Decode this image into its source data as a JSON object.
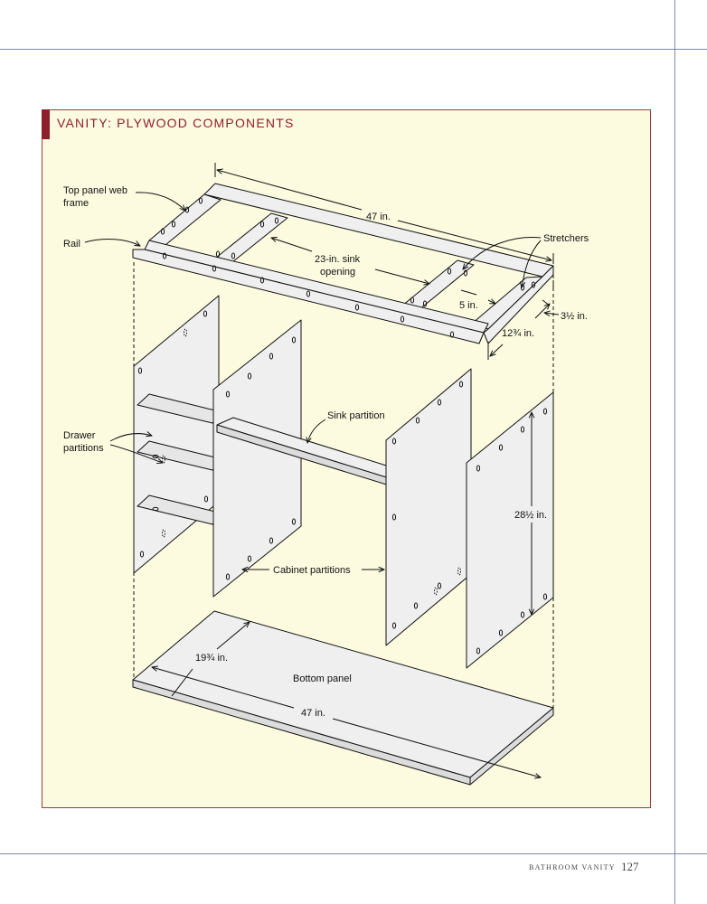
{
  "figure": {
    "title": "VANITY: PLYWOOD COMPONENTS",
    "labels": {
      "top_panel": "Top panel web",
      "top_panel_2": "frame",
      "rail": "Rail",
      "stretchers": "Stretchers",
      "drawer_partitions": "Drawer",
      "drawer_partitions_2": "partitions",
      "sink_partition": "Sink partition",
      "cabinet_partitions": "Cabinet partitions",
      "bottom_panel": "Bottom panel"
    },
    "dimensions": {
      "top_length": "47 in.",
      "sink_opening": "23-in. sink",
      "sink_opening_2": "opening",
      "stretcher_gap": "5 in.",
      "rail_width": "3½ in.",
      "top_depth": "12¾ in.",
      "partition_height": "28½ in.",
      "bottom_depth": "19¾ in.",
      "bottom_length": "47 in."
    }
  },
  "footer": {
    "section": "BATHROOM VANITY",
    "page_number": "127"
  },
  "colors": {
    "accent": "#8e1f2b",
    "panel_background": "#fdfbdf",
    "page_rule": "#7c86b8"
  }
}
